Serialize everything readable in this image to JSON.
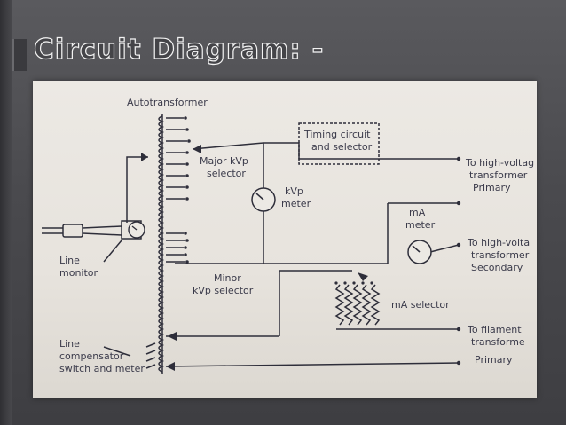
{
  "slide": {
    "title": "Circuit Diagram: -"
  },
  "diagram": {
    "autotransformer": "Autotransformer",
    "timing": [
      "Timing circuit",
      "and selector"
    ],
    "major_kvp": [
      "Major kVp",
      "selector"
    ],
    "kvp_meter": [
      "kVp",
      "meter"
    ],
    "ma_meter": [
      "mA",
      "meter"
    ],
    "line_monitor": [
      "Line",
      "monitor"
    ],
    "minor_kvp": [
      "Minor",
      "kVp selector"
    ],
    "ma_selector": "mA selector",
    "line_comp": [
      "Line",
      "compensator",
      "switch and meter"
    ],
    "hv_primary": [
      "To high-voltag",
      "transformer",
      "Primary"
    ],
    "hv_secondary": [
      "To high-volta",
      "transformer",
      "Secondary"
    ],
    "filament": [
      "To filament",
      "transforme",
      "Primary"
    ]
  }
}
